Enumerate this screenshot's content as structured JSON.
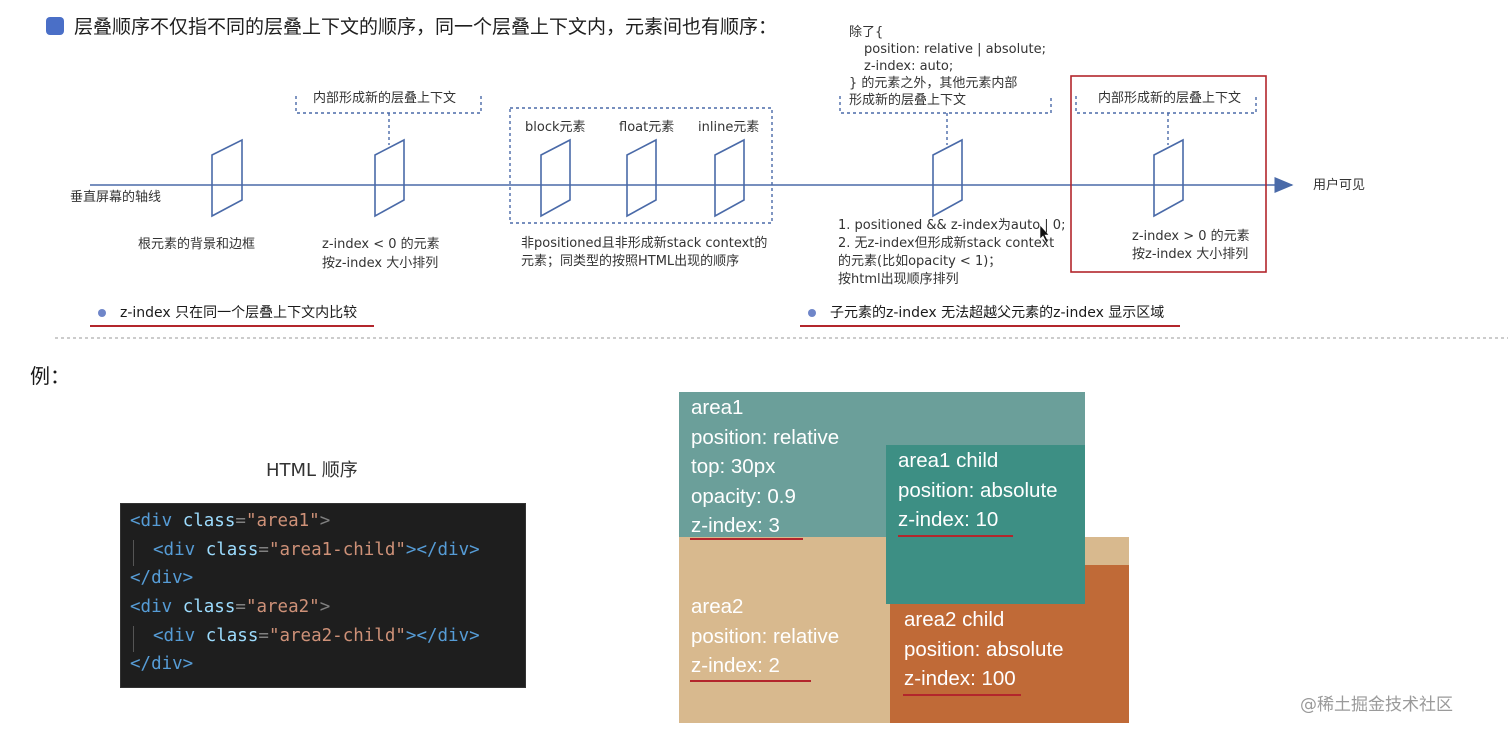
{
  "title": "层叠顺序不仅指不同的层叠上下文的顺序，同一个层叠上下文内，元素间也有顺序：",
  "axis": {
    "left_label": "垂直屏幕的轴线",
    "right_label": "用户可见"
  },
  "labels": {
    "bg_border": "根元素的背景和边框",
    "neg_z_bracket": "内部形成新的层叠上下文",
    "neg_z_line1": "z-index < 0 的元素",
    "neg_z_line2": "按z-index 大小排列",
    "block": "block元素",
    "float": "float元素",
    "inline": "inline元素",
    "nonpos_line1": "非positioned且非形成新stack context的",
    "nonpos_line2": "元素；同类型的按照HTML出现的顺序",
    "except_line1": "除了{",
    "except_line2": "position: relative | absolute;",
    "except_line3": "z-index: auto;",
    "except_line4": "} 的元素之外，其他元素内部",
    "except_line5": "形成新的层叠上下文",
    "auto_line1": "1. positioned && z-index为auto | 0;",
    "auto_line2": "2. 无z-index但形成新stack context",
    "auto_line3": "的元素(比如opacity < 1)；",
    "auto_line4": "按html出现顺序排列",
    "pos_z_bracket": "内部形成新的层叠上下文",
    "pos_z_line1": "z-index > 0 的元素",
    "pos_z_line2": "按z-index 大小排列"
  },
  "notes": {
    "left": "z-index  只在同一个层叠上下文内比较",
    "right": "子元素的z-index 无法超越父元素的z-index 显示区域"
  },
  "example": {
    "label": "例：",
    "html_order": "HTML 顺序",
    "code": {
      "l1_tag": "<div",
      "l1_attr": "class",
      "l1_val": "\"area1\"",
      "l2_tag": "<div",
      "l2_attr": "class",
      "l2_val": "\"area1-child\"",
      "l2_close": "></div>",
      "l3": "</div>",
      "l4_tag": "<div",
      "l4_attr": "class",
      "l4_val": "\"area2\"",
      "l5_tag": "<div",
      "l5_attr": "class",
      "l5_val": "\"area2-child\"",
      "l5_close": "></div>",
      "l6": "</div>"
    },
    "area1": [
      "area1",
      "position: relative",
      "top: 30px",
      "opacity: 0.9",
      "z-index: 3"
    ],
    "area1_child": [
      "area1 child",
      "position: absolute",
      "z-index: 10"
    ],
    "area2": [
      "area2",
      "position: relative",
      "z-index: 2"
    ],
    "area2_child": [
      "area2 child",
      "position: absolute",
      "z-index: 100"
    ],
    "colors": {
      "area1": "#6b9f9a",
      "area1_child": "#3d8f84",
      "area2": "#d8b98e",
      "area2_child": "#c06a37"
    }
  },
  "watermark": "@稀土掘金技术社区"
}
